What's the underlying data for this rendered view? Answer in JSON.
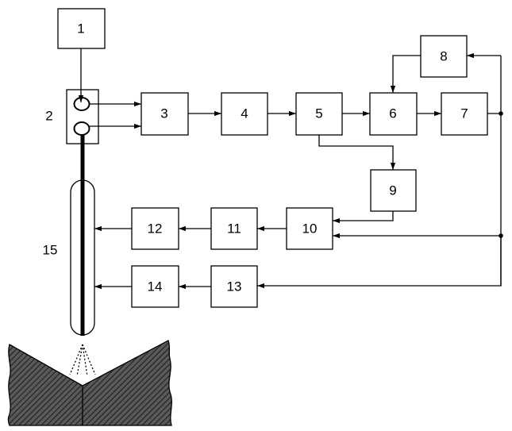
{
  "diagram": {
    "blocks": [
      {
        "id": "b1",
        "label": "1"
      },
      {
        "id": "b2",
        "label": "2"
      },
      {
        "id": "b3",
        "label": "3"
      },
      {
        "id": "b4",
        "label": "4"
      },
      {
        "id": "b5",
        "label": "5"
      },
      {
        "id": "b6",
        "label": "6"
      },
      {
        "id": "b7",
        "label": "7"
      },
      {
        "id": "b8",
        "label": "8"
      },
      {
        "id": "b9",
        "label": "9"
      },
      {
        "id": "b10",
        "label": "10"
      },
      {
        "id": "b11",
        "label": "11"
      },
      {
        "id": "b12",
        "label": "12"
      },
      {
        "id": "b13",
        "label": "13"
      },
      {
        "id": "b14",
        "label": "14"
      },
      {
        "id": "b15",
        "label": "15"
      }
    ],
    "colors": {
      "ink": "#000000",
      "paper": "#ffffff"
    }
  }
}
